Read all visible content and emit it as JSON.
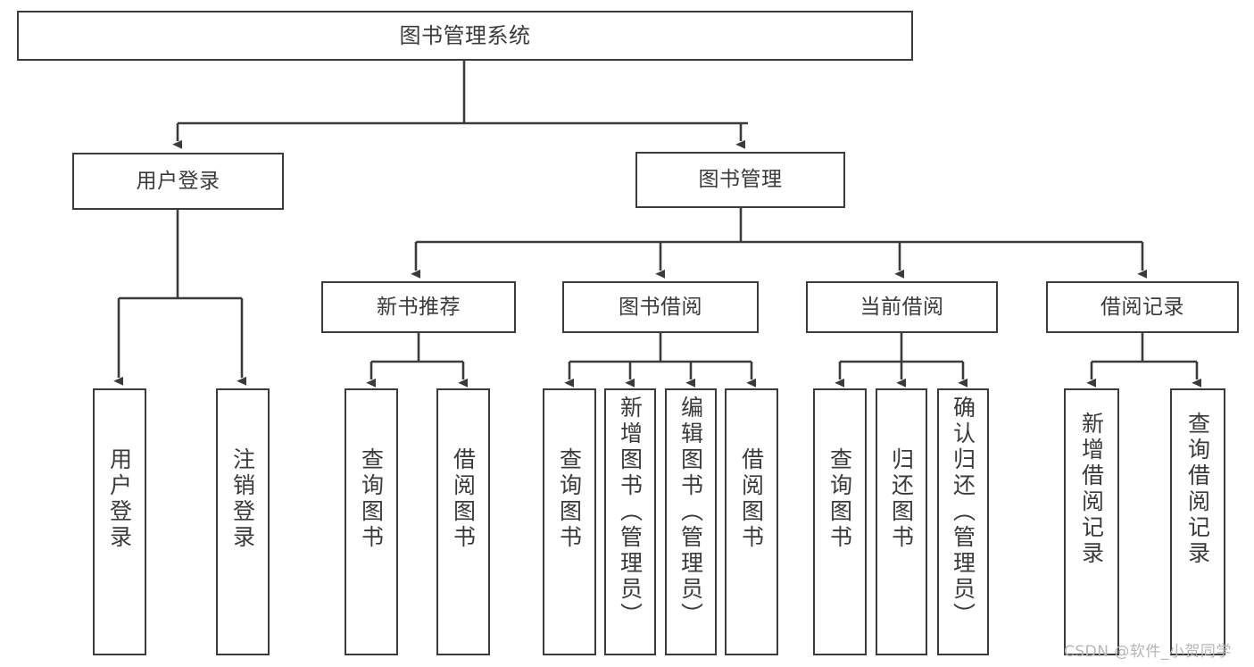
{
  "diagram": {
    "title": "图书管理系统",
    "type": "tree",
    "stroke_color": "#3b3b3b",
    "text_color": "#3a3a3a",
    "background_color": "#ffffff"
  },
  "nodes": {
    "root": {
      "label": "图书管理系统"
    },
    "level2": [
      {
        "id": "user-login",
        "label": "用户登录"
      },
      {
        "id": "book-manage",
        "label": "图书管理"
      }
    ],
    "level3": [
      {
        "id": "new-book-recommend",
        "label": "新书推荐"
      },
      {
        "id": "book-borrow",
        "label": "图书借阅"
      },
      {
        "id": "current-borrow",
        "label": "当前借阅"
      },
      {
        "id": "borrow-record",
        "label": "借阅记录"
      }
    ],
    "leaves": {
      "user_login": [
        {
          "id": "leaf-user-login",
          "label": "用户登录"
        },
        {
          "id": "leaf-logout-login",
          "label": "注销登录"
        }
      ],
      "new_book_recommend": [
        {
          "id": "leaf-query-book-1",
          "label": "查询图书"
        },
        {
          "id": "leaf-borrow-book-1",
          "label": "借阅图书"
        }
      ],
      "book_borrow": [
        {
          "id": "leaf-query-book-2",
          "label": "查询图书"
        },
        {
          "id": "leaf-add-book",
          "label": "新增图书（管理员）"
        },
        {
          "id": "leaf-edit-book",
          "label": "编辑图书（管理员）"
        },
        {
          "id": "leaf-borrow-book-2",
          "label": "借阅图书"
        }
      ],
      "current_borrow": [
        {
          "id": "leaf-query-book-3",
          "label": "查询图书"
        },
        {
          "id": "leaf-return-book",
          "label": "归还图书"
        },
        {
          "id": "leaf-confirm-return",
          "label": "确认归还（管理员）"
        }
      ],
      "borrow_record": [
        {
          "id": "leaf-add-record",
          "label": "新增借阅记录"
        },
        {
          "id": "leaf-query-record",
          "label": "查询借阅记录"
        }
      ]
    }
  },
  "watermark": {
    "text": "CSDN @软件_小贺同学"
  }
}
